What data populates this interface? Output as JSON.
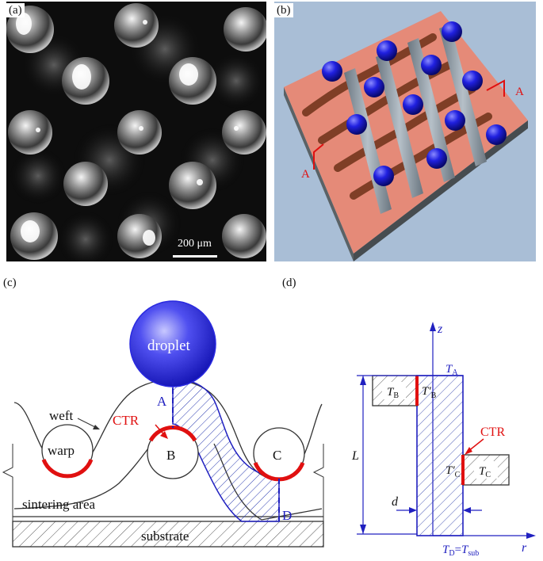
{
  "panels": {
    "a": {
      "label": "(a)",
      "scale_bar": "200 μm"
    },
    "b": {
      "label": "(b)",
      "section_mark": "A"
    },
    "c": {
      "label": "(c)",
      "droplet": "droplet",
      "weft": "weft",
      "warp": "warp",
      "ctr": "CTR",
      "point_a": "A",
      "point_b": "B",
      "point_c": "C",
      "point_d": "D",
      "sintering": "sintering area",
      "substrate": "substrate"
    },
    "d": {
      "label": "(d)",
      "axis_z": "z",
      "axis_r": "r",
      "ta_main": "T",
      "ta_sub": "A",
      "tb_main": "T",
      "tb_sub": "B",
      "tbp_main": "T′",
      "tbp_sub": "B",
      "tc_main": "T",
      "tc_sub": "C",
      "tcp_main": "T′",
      "tcp_sub": "C",
      "ctr": "CTR",
      "length": "L",
      "diameter": "d",
      "td_main": "T",
      "td_sub": "D",
      "td_eq": "=",
      "tsub_main": "T",
      "tsub_sub": "sub"
    }
  },
  "colors": {
    "droplet": "#2a2ae0",
    "ctr": "#e01010",
    "sinter": "#2020c0",
    "substrate": "#f0a090"
  }
}
